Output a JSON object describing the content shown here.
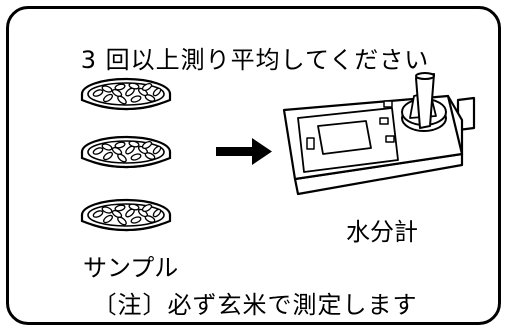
{
  "diagram": {
    "instruction": "3 回以上測り平均してください",
    "meter_label": "水分計",
    "sample_label": "サンプル",
    "note": "〔注〕必ず玄米で測定します"
  },
  "icons": {
    "samples": [
      "sample-dish-icon",
      "sample-dish-icon",
      "sample-dish-icon"
    ],
    "arrow": "arrow-right-icon",
    "meter": "moisture-meter-icon"
  }
}
